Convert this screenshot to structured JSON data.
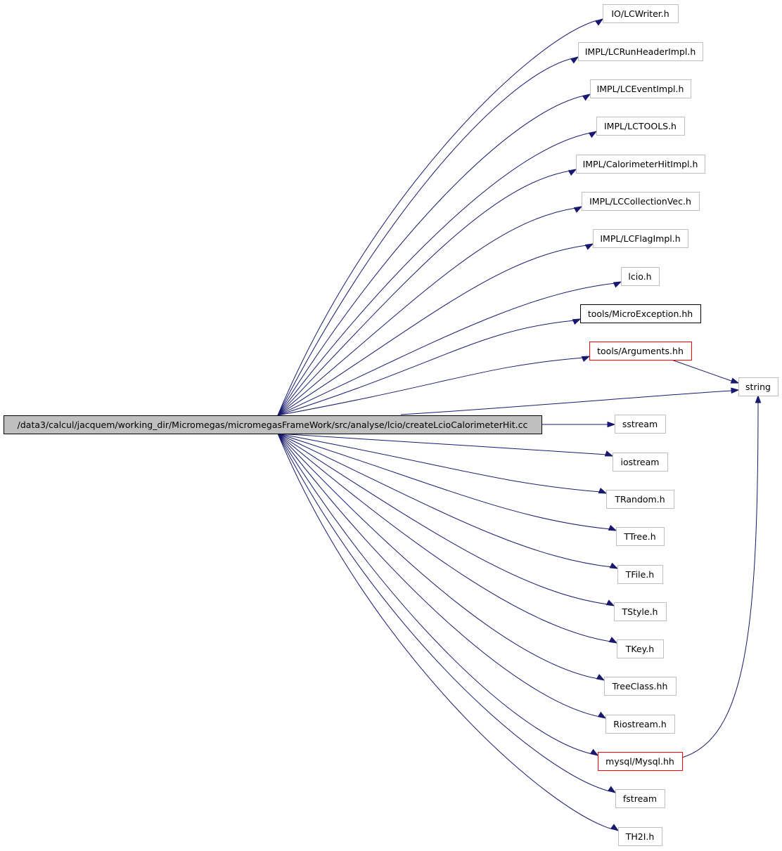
{
  "graph": {
    "root": {
      "id": "root",
      "label": "/data3/calcul/jacquem/working_dir/Micromegas/micromegasFrameWork/src/analyse/lcio/createLcioCalorimeterHit.cc"
    },
    "nodes": [
      {
        "id": "lcwriter",
        "label": "IO/LCWriter.h",
        "border": "gray"
      },
      {
        "id": "lcrunheader",
        "label": "IMPL/LCRunHeaderImpl.h",
        "border": "gray"
      },
      {
        "id": "lceventimpl",
        "label": "IMPL/LCEventImpl.h",
        "border": "gray"
      },
      {
        "id": "lctools",
        "label": "IMPL/LCTOOLS.h",
        "border": "gray"
      },
      {
        "id": "calohitimpl",
        "label": "IMPL/CalorimeterHitImpl.h",
        "border": "gray"
      },
      {
        "id": "lccollvec",
        "label": "IMPL/LCCollectionVec.h",
        "border": "gray"
      },
      {
        "id": "lcflagimpl",
        "label": "IMPL/LCFlagImpl.h",
        "border": "gray"
      },
      {
        "id": "lcio",
        "label": "lcio.h",
        "border": "gray"
      },
      {
        "id": "microexception",
        "label": "tools/MicroException.hh",
        "border": "black"
      },
      {
        "id": "arguments",
        "label": "tools/Arguments.hh",
        "border": "red"
      },
      {
        "id": "string",
        "label": "string",
        "border": "gray"
      },
      {
        "id": "sstream",
        "label": "sstream",
        "border": "gray"
      },
      {
        "id": "iostream",
        "label": "iostream",
        "border": "gray"
      },
      {
        "id": "trandom",
        "label": "TRandom.h",
        "border": "gray"
      },
      {
        "id": "ttree",
        "label": "TTree.h",
        "border": "gray"
      },
      {
        "id": "tfile",
        "label": "TFile.h",
        "border": "gray"
      },
      {
        "id": "tstyle",
        "label": "TStyle.h",
        "border": "gray"
      },
      {
        "id": "tkey",
        "label": "TKey.h",
        "border": "gray"
      },
      {
        "id": "treeclass",
        "label": "TreeClass.hh",
        "border": "gray"
      },
      {
        "id": "riostream",
        "label": "Riostream.h",
        "border": "gray"
      },
      {
        "id": "mysql",
        "label": "mysql/Mysql.hh",
        "border": "red"
      },
      {
        "id": "fstream",
        "label": "fstream",
        "border": "gray"
      },
      {
        "id": "th2i",
        "label": "TH2I.h",
        "border": "gray"
      }
    ],
    "edges": [
      {
        "from": "root",
        "to": "lcwriter"
      },
      {
        "from": "root",
        "to": "lcrunheader"
      },
      {
        "from": "root",
        "to": "lceventimpl"
      },
      {
        "from": "root",
        "to": "lctools"
      },
      {
        "from": "root",
        "to": "calohitimpl"
      },
      {
        "from": "root",
        "to": "lccollvec"
      },
      {
        "from": "root",
        "to": "lcflagimpl"
      },
      {
        "from": "root",
        "to": "lcio"
      },
      {
        "from": "root",
        "to": "microexception"
      },
      {
        "from": "root",
        "to": "arguments"
      },
      {
        "from": "root",
        "to": "string"
      },
      {
        "from": "root",
        "to": "sstream"
      },
      {
        "from": "root",
        "to": "iostream"
      },
      {
        "from": "root",
        "to": "trandom"
      },
      {
        "from": "root",
        "to": "ttree"
      },
      {
        "from": "root",
        "to": "tfile"
      },
      {
        "from": "root",
        "to": "tstyle"
      },
      {
        "from": "root",
        "to": "tkey"
      },
      {
        "from": "root",
        "to": "treeclass"
      },
      {
        "from": "root",
        "to": "riostream"
      },
      {
        "from": "root",
        "to": "mysql"
      },
      {
        "from": "root",
        "to": "fstream"
      },
      {
        "from": "root",
        "to": "th2i"
      },
      {
        "from": "arguments",
        "to": "string"
      },
      {
        "from": "mysql",
        "to": "string"
      }
    ]
  },
  "colors": {
    "edge": "#191970",
    "root_fill": "#bfbfbf",
    "border_gray": "#bfbfbf",
    "border_black": "#000000",
    "border_red": "#ff0000"
  }
}
